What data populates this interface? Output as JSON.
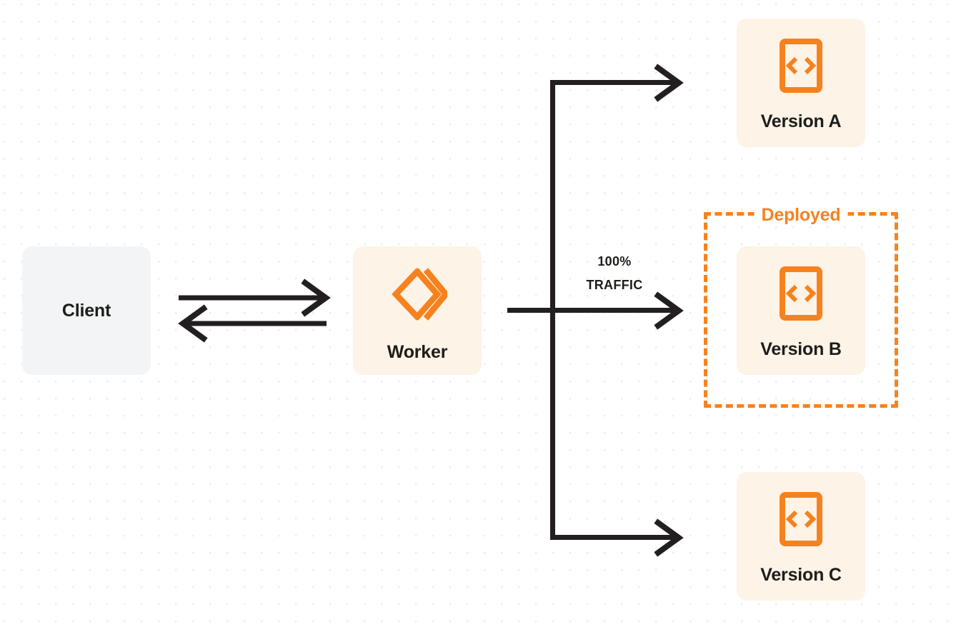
{
  "diagram": {
    "title": "Worker gradual deployment traffic routing",
    "background": "#ffffff",
    "dot_grid_color": "#ececec"
  },
  "colors": {
    "orange": "#f6821f",
    "cream": "#fdf3e7",
    "gray_box": "#f3f4f6",
    "ink": "#1d1d1b",
    "line": "#231f20"
  },
  "nodes": {
    "client": {
      "label": "Client",
      "icon": "none",
      "fill": "#f3f4f6"
    },
    "worker": {
      "label": "Worker",
      "icon": "workers-logo-icon",
      "fill": "#fdf3e7"
    },
    "version_a": {
      "label": "Version A",
      "icon": "code-file-icon",
      "fill": "#fdf3e7"
    },
    "version_b": {
      "label": "Version B",
      "icon": "code-file-icon",
      "fill": "#fdf3e7"
    },
    "version_c": {
      "label": "Version C",
      "icon": "code-file-icon",
      "fill": "#fdf3e7"
    }
  },
  "groups": {
    "deployed": {
      "label": "Deployed",
      "border_style": "dashed",
      "border_color": "#f6821f",
      "contains": [
        "Version B"
      ]
    }
  },
  "edges": {
    "client_to_worker": {
      "label": "",
      "direction": "right"
    },
    "worker_to_client": {
      "label": "",
      "direction": "left"
    },
    "worker_to_version_a": {
      "label": "",
      "direction": "right"
    },
    "worker_to_version_b": {
      "label_percent": "100%",
      "label_text": "TRAFFIC",
      "direction": "right"
    },
    "worker_to_version_c": {
      "label": "",
      "direction": "right"
    }
  },
  "traffic": {
    "percent": "100%",
    "unit": "TRAFFIC"
  }
}
